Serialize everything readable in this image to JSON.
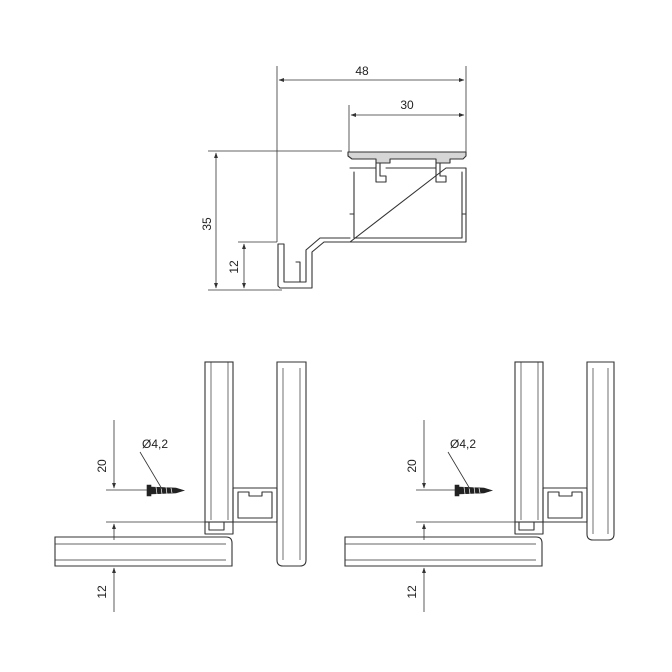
{
  "top_profile": {
    "dim_total_width": "48",
    "dim_inner_width": "30",
    "dim_total_height": "35",
    "dim_lip_height": "12"
  },
  "installation_left": {
    "dim_screw_offset": "20",
    "dim_panel_offset": "12",
    "screw_label": "Ø4,2"
  },
  "installation_right": {
    "dim_screw_offset": "20",
    "dim_panel_offset": "12",
    "screw_label": "Ø4,2"
  }
}
